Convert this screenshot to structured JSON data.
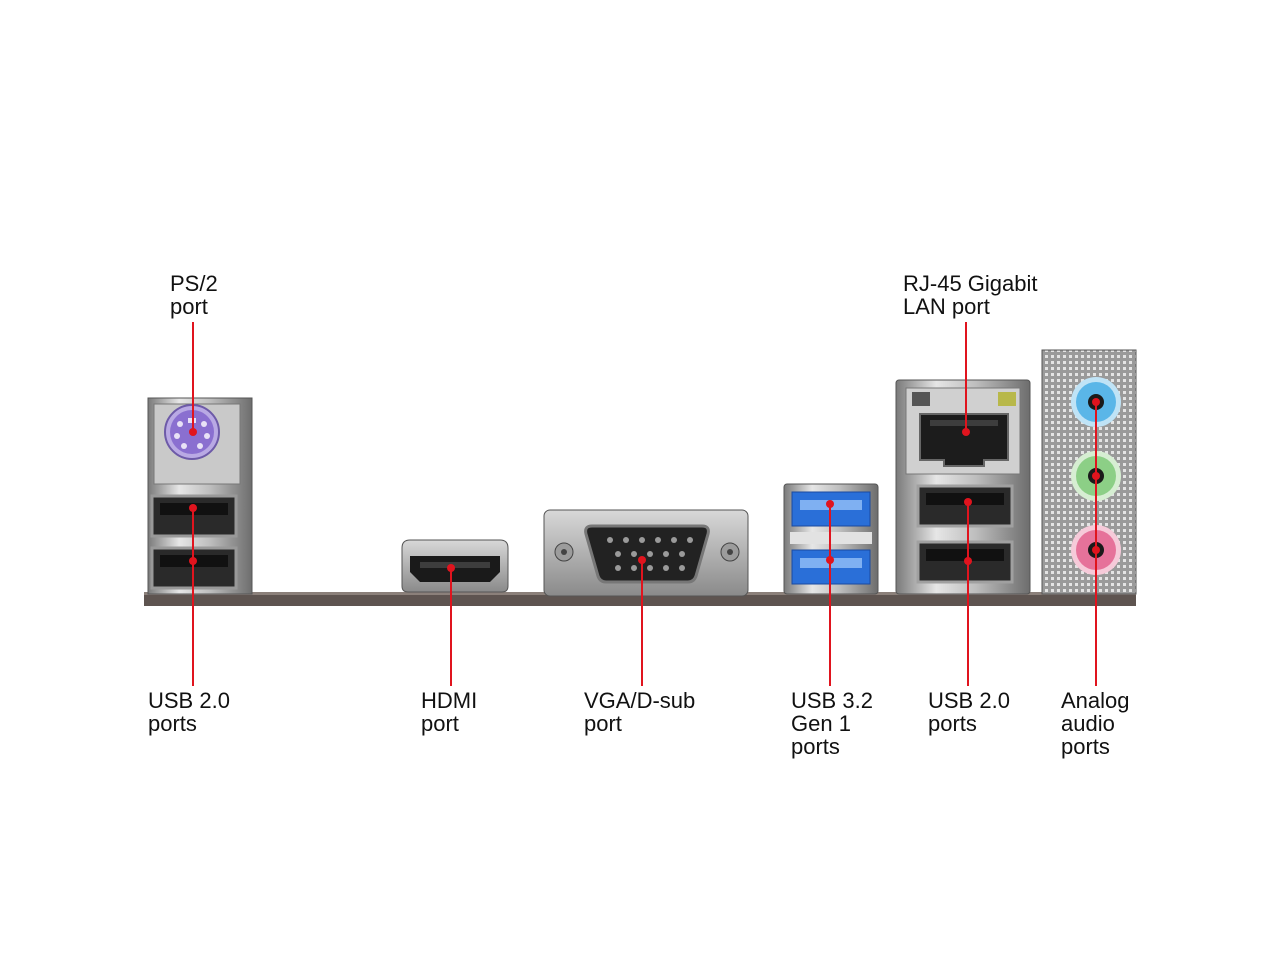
{
  "labels": {
    "ps2": "PS/2\nport",
    "usb2_left": "USB 2.0\nports",
    "hdmi": "HDMI\nport",
    "vga": "VGA/D-sub\nport",
    "usb32": "USB 3.2\nGen 1\nports",
    "rj45": "RJ-45 Gigabit\nLAN port",
    "usb2_right": "USB 2.0\nports",
    "audio": "Analog\naudio\nports"
  },
  "colors": {
    "leader_line": "#e0141e",
    "ps2_port": "#8a6fd0",
    "usb3_blue": "#2a6fd8",
    "audio_blue": "#5ab6e8",
    "audio_green": "#8ccf86",
    "audio_pink": "#e6729a"
  },
  "icons": {
    "ps2": "ps2-port-icon",
    "usb2": "usb-port-icon",
    "hdmi": "hdmi-port-icon",
    "vga": "vga-port-icon",
    "usb3": "usb3-port-icon",
    "rj45": "ethernet-port-icon",
    "audio": "audio-jack-icon"
  }
}
